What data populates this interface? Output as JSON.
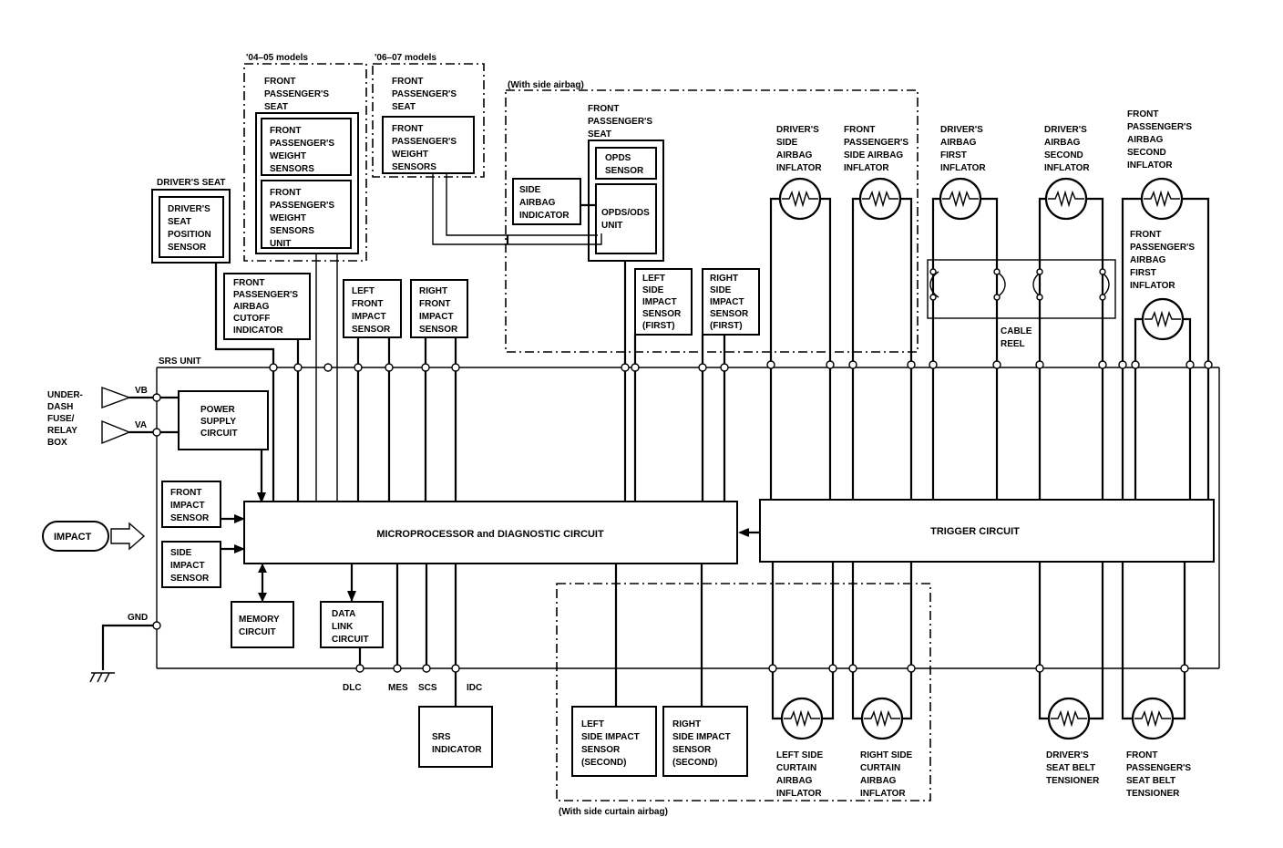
{
  "regions": {
    "models_04_05": "'04–05 models",
    "models_06_07": "'06–07 models",
    "with_side_airbag": "(With side airbag)",
    "with_side_curtain_airbag": "(With side curtain airbag)",
    "srs_unit": "SRS UNIT"
  },
  "seat_groups": {
    "drivers_seat": "DRIVER'S SEAT",
    "front_pass_seat_a": [
      "FRONT",
      "PASSENGER'S",
      "SEAT"
    ],
    "front_pass_seat_b": [
      "FRONT",
      "PASSENGER'S",
      "SEAT"
    ],
    "front_pass_seat_c": [
      "FRONT",
      "PASSENGER'S",
      "SEAT"
    ]
  },
  "components": {
    "weight_sensors_a": [
      "FRONT",
      "PASSENGER'S",
      "WEIGHT",
      "SENSORS"
    ],
    "weight_sensors_unit": [
      "FRONT",
      "PASSENGER'S",
      "WEIGHT",
      "SENSORS",
      "UNIT"
    ],
    "weight_sensors_b": [
      "FRONT",
      "PASSENGER'S",
      "WEIGHT",
      "SENSORS"
    ],
    "driver_seat_position_sensor": [
      "DRIVER'S",
      "SEAT",
      "POSITION",
      "SENSOR"
    ],
    "airbag_cutoff_indicator": [
      "FRONT",
      "PASSENGER'S",
      "AIRBAG",
      "CUTOFF",
      "INDICATOR"
    ],
    "left_front_impact_sensor": [
      "LEFT",
      "FRONT",
      "IMPACT",
      "SENSOR"
    ],
    "right_front_impact_sensor": [
      "RIGHT",
      "FRONT",
      "IMPACT",
      "SENSOR"
    ],
    "opds_sensor": [
      "OPDS",
      "SENSOR"
    ],
    "opds_ods_unit": [
      "OPDS/ODS",
      "UNIT"
    ],
    "side_airbag_indicator": [
      "SIDE",
      "AIRBAG",
      "INDICATOR"
    ],
    "left_side_impact_first": [
      "LEFT",
      "SIDE",
      "IMPACT",
      "SENSOR",
      "(FIRST)"
    ],
    "right_side_impact_first": [
      "RIGHT",
      "SIDE",
      "IMPACT",
      "SENSOR",
      "(FIRST)"
    ],
    "power_supply_circuit": [
      "POWER",
      "SUPPLY",
      "CIRCUIT"
    ],
    "front_impact_sensor": [
      "FRONT",
      "IMPACT",
      "SENSOR"
    ],
    "side_impact_sensor": [
      "SIDE",
      "IMPACT",
      "SENSOR"
    ],
    "microprocessor": "MICROPROCESSOR and DIAGNOSTIC CIRCUIT",
    "trigger_circuit": "TRIGGER CIRCUIT",
    "memory_circuit": [
      "MEMORY",
      "CIRCUIT"
    ],
    "data_link_circuit": [
      "DATA",
      "LINK",
      "CIRCUIT"
    ],
    "srs_indicator": [
      "SRS",
      "INDICATOR"
    ],
    "left_side_impact_second": [
      "LEFT",
      "SIDE IMPACT",
      "SENSOR",
      "(SECOND)"
    ],
    "right_side_impact_second": [
      "RIGHT",
      "SIDE IMPACT",
      "SENSOR",
      "(SECOND)"
    ]
  },
  "inflators": {
    "drivers_side_airbag": [
      "DRIVER'S",
      "SIDE",
      "AIRBAG",
      "INFLATOR"
    ],
    "front_pass_side_airbag": [
      "FRONT",
      "PASSENGER'S",
      "SIDE AIRBAG",
      "INFLATOR"
    ],
    "drivers_airbag_first": [
      "DRIVER'S",
      "AIRBAG",
      "FIRST",
      "INFLATOR"
    ],
    "drivers_airbag_second": [
      "DRIVER'S",
      "AIRBAG",
      "SECOND",
      "INFLATOR"
    ],
    "front_pass_airbag_second": [
      "FRONT",
      "PASSENGER'S",
      "AIRBAG",
      "SECOND",
      "INFLATOR"
    ],
    "front_pass_airbag_first": [
      "FRONT",
      "PASSENGER'S",
      "AIRBAG",
      "FIRST",
      "INFLATOR"
    ],
    "left_side_curtain": [
      "LEFT SIDE",
      "CURTAIN",
      "AIRBAG",
      "INFLATOR"
    ],
    "right_side_curtain": [
      "RIGHT SIDE",
      "CURTAIN",
      "AIRBAG",
      "INFLATOR"
    ],
    "drivers_seat_belt_tensioner": [
      "DRIVER'S",
      "SEAT BELT",
      "TENSIONER"
    ],
    "front_pass_seat_belt_tensioner": [
      "FRONT",
      "PASSENGER'S",
      "SEAT BELT",
      "TENSIONER"
    ]
  },
  "cable_reel": [
    "CABLE",
    "REEL"
  ],
  "inputs": {
    "under_dash_fuse": [
      "UNDER-",
      "DASH",
      "FUSE/",
      "RELAY",
      "BOX"
    ],
    "vb": "VB",
    "va": "VA",
    "impact": "IMPACT",
    "gnd": "GND"
  },
  "terminals": {
    "dlc": "DLC",
    "mes": "MES",
    "scs": "SCS",
    "idc": "IDC"
  }
}
